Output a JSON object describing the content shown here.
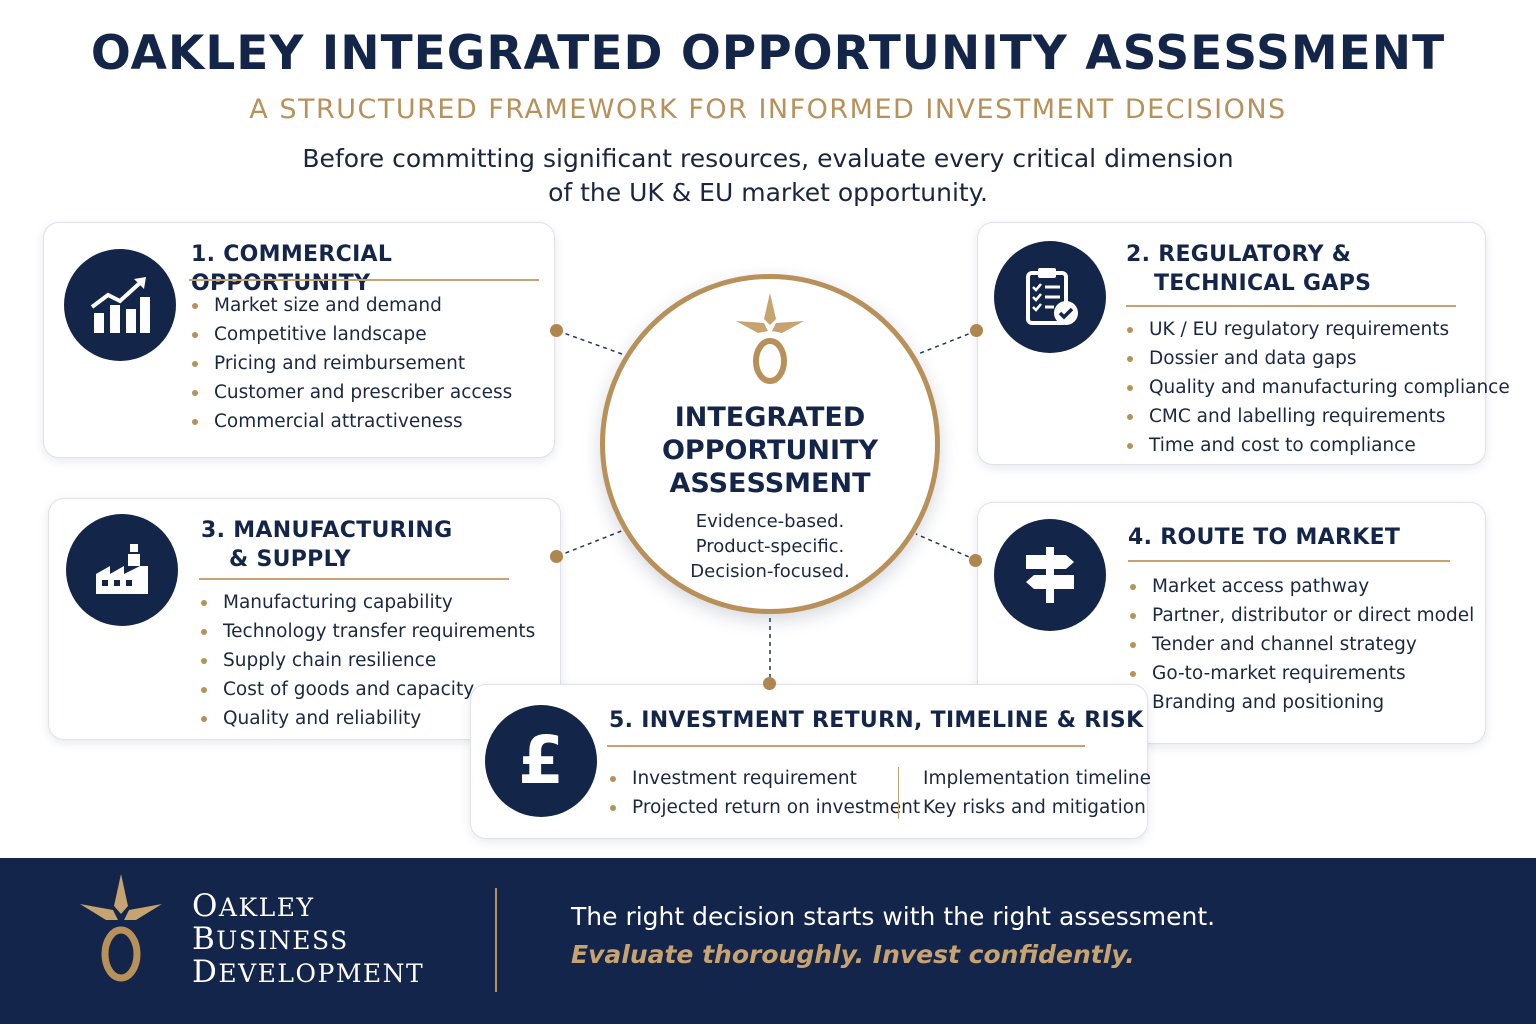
{
  "header": {
    "title": "OAKLEY INTEGRATED OPPORTUNITY ASSESSMENT",
    "subtitle": "A STRUCTURED FRAMEWORK FOR INFORMED INVESTMENT DECISIONS",
    "intro_line1": "Before committing significant resources, evaluate every critical dimension",
    "intro_line2": "of the UK & EU market opportunity."
  },
  "hub": {
    "title_line1": "INTEGRATED",
    "title_line2": "OPPORTUNITY",
    "title_line3": "ASSESSMENT",
    "tagline": [
      "Evidence-based.",
      "Product-specific.",
      "Decision-focused."
    ],
    "logo_icon": "oakley-compass-logo"
  },
  "cards": [
    {
      "title": "1. COMMERCIAL OPPORTUNITY",
      "icon": "growth-chart-icon",
      "items": [
        "Market size and demand",
        "Competitive landscape",
        "Pricing and reimbursement",
        "Customer and prescriber access",
        "Commercial attractiveness"
      ]
    },
    {
      "title_line1": "2. REGULATORY &",
      "title_line2": "TECHNICAL GAPS",
      "icon": "clipboard-check-icon",
      "items": [
        "UK / EU regulatory requirements",
        "Dossier and data gaps",
        "Quality and manufacturing compliance",
        "CMC and labelling requirements",
        "Time and cost to compliance"
      ]
    },
    {
      "title_line1": "3. MANUFACTURING",
      "title_line2": "& SUPPLY",
      "icon": "factory-icon",
      "items": [
        "Manufacturing capability",
        "Technology transfer requirements",
        "Supply chain resilience",
        "Cost of goods and capacity",
        "Quality and reliability"
      ]
    },
    {
      "title": "4. ROUTE TO MARKET",
      "icon": "signpost-icon",
      "items": [
        "Market access pathway",
        "Partner, distributor or direct model",
        "Tender and channel strategy",
        "Go-to-market requirements",
        "Branding and positioning"
      ]
    },
    {
      "title": "5. INVESTMENT RETURN, TIMELINE & RISK",
      "icon": "pound-icon",
      "icon_glyph": "£",
      "items_left": [
        "Investment requirement",
        "Projected return on investment"
      ],
      "items_right": [
        "Implementation timeline",
        "Key risks and mitigation"
      ]
    }
  ],
  "footer": {
    "brand_line1": "AKLEY",
    "brand_line1_initial": "O",
    "brand_line2": "USINESS",
    "brand_line2_initial": "B",
    "brand_line3": "EVELOPMENT",
    "brand_line3_initial": "D",
    "tagline": "The right decision starts with the right assessment.",
    "slogan": "Evaluate thoroughly. Invest confidently.",
    "logo_icon": "oakley-compass-logo"
  },
  "colors": {
    "navy": "#14254a",
    "gold": "#b8915a",
    "background": "#ffffff"
  }
}
